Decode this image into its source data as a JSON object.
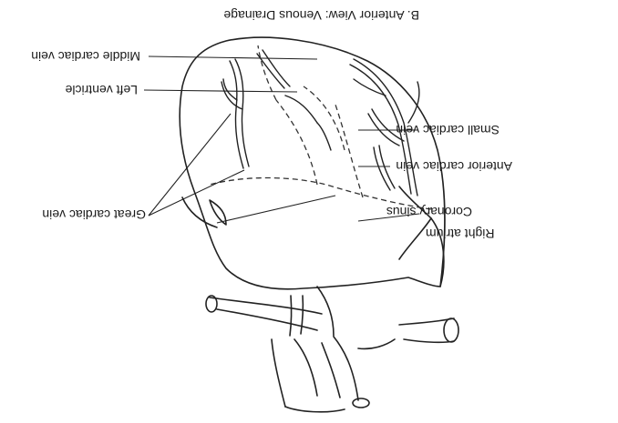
{
  "figure": {
    "title": "B.  Anterior View: Venous Drainage"
  },
  "labels": {
    "right_atrium": "Right atrium",
    "coronary_sinus": "Coronary sinus",
    "anterior_cardiac_vein": "Anterior cardiac vein",
    "small_cardiac_vein": "Small cardiac vein",
    "middle_cardiac_vein": "Middle cardiac vein",
    "left_ventricle": "Left ventricle",
    "great_cardiac_vein": "Great cardiac vein"
  },
  "orientation": "rotated-180"
}
